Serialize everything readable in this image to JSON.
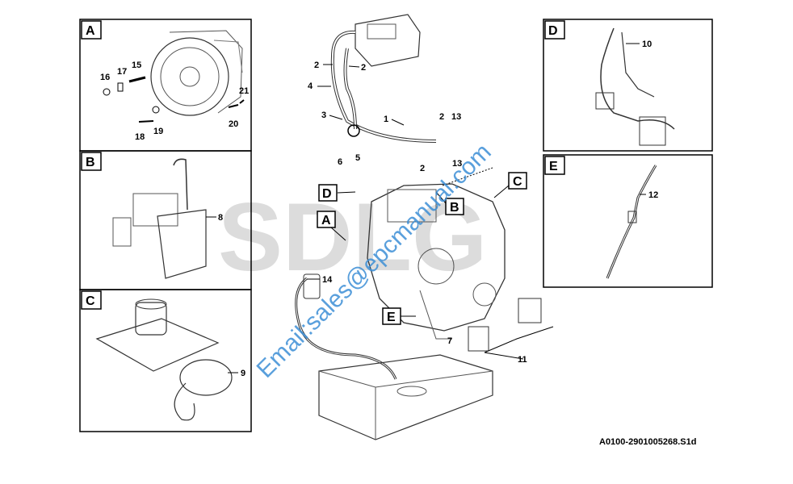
{
  "background_brand": "SDLG",
  "watermark": "Email:sales@epcmanual.com",
  "reference_code": "A0100-2901005268.S1d",
  "panels": {
    "A": {
      "tag": "A",
      "labels": [
        "15",
        "16",
        "17",
        "18",
        "19",
        "20",
        "21"
      ]
    },
    "B": {
      "tag": "B",
      "labels": [
        "8"
      ]
    },
    "C": {
      "tag": "C",
      "labels": [
        "9"
      ]
    },
    "D": {
      "tag": "D",
      "labels": [
        "10"
      ]
    },
    "E": {
      "tag": "E",
      "labels": [
        "12"
      ]
    }
  },
  "main_callouts": {
    "tags": [
      "A",
      "B",
      "C",
      "D",
      "E"
    ],
    "numbers": [
      "1",
      "2",
      "2",
      "2",
      "2",
      "3",
      "4",
      "5",
      "6",
      "7",
      "11",
      "13",
      "13",
      "14"
    ]
  },
  "colors": {
    "line": "#000000",
    "watermark": "#3d8fd6",
    "brand": "#dcdcdc"
  }
}
